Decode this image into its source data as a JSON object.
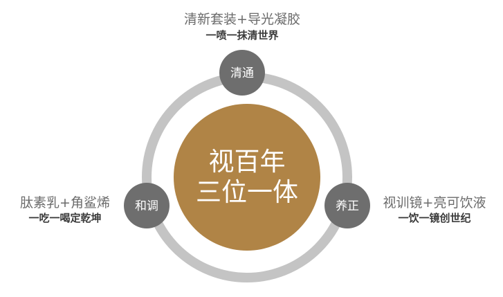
{
  "center": {
    "line1": "视百年",
    "line2": "三位一体"
  },
  "nodes": {
    "top": {
      "label": "清通",
      "title": "清新套装+导光凝胶",
      "subtitle": "一喷一抹清世界"
    },
    "left": {
      "label": "和调",
      "title": "肽素乳+角鲨烯",
      "subtitle": "一吃一喝定乾坤"
    },
    "right": {
      "label": "养正",
      "title": "视训镜+亮可饮液",
      "subtitle": "一饮一镜创世纪"
    }
  },
  "colors": {
    "ring": "#c4c4c4",
    "node": "#6e6e6e",
    "center": "#b08446",
    "title_text": "#6b6b6b",
    "subtitle_text": "#3a3a3a"
  }
}
